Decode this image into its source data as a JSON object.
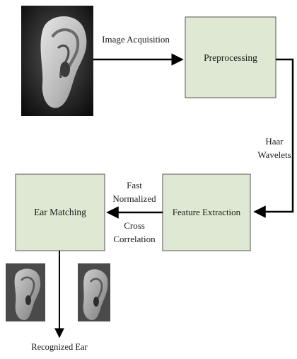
{
  "nodes": {
    "preprocessing": "Preprocessing",
    "feature_extraction": "Feature Extraction",
    "ear_matching": "Ear Matching"
  },
  "edges": {
    "acquisition": "Image Acquisition",
    "haar_line1": "Haar",
    "haar_line2": "Wavelets",
    "fncc_line1": "Fast",
    "fncc_line2": "Normalized",
    "fncc_line3": "Cross",
    "fncc_line4": "Correlation",
    "output": "Recognized Ear"
  },
  "colors": {
    "box_fill": "#dfe8d3",
    "box_stroke": "#6f6f6f",
    "arrow": "#000000"
  }
}
